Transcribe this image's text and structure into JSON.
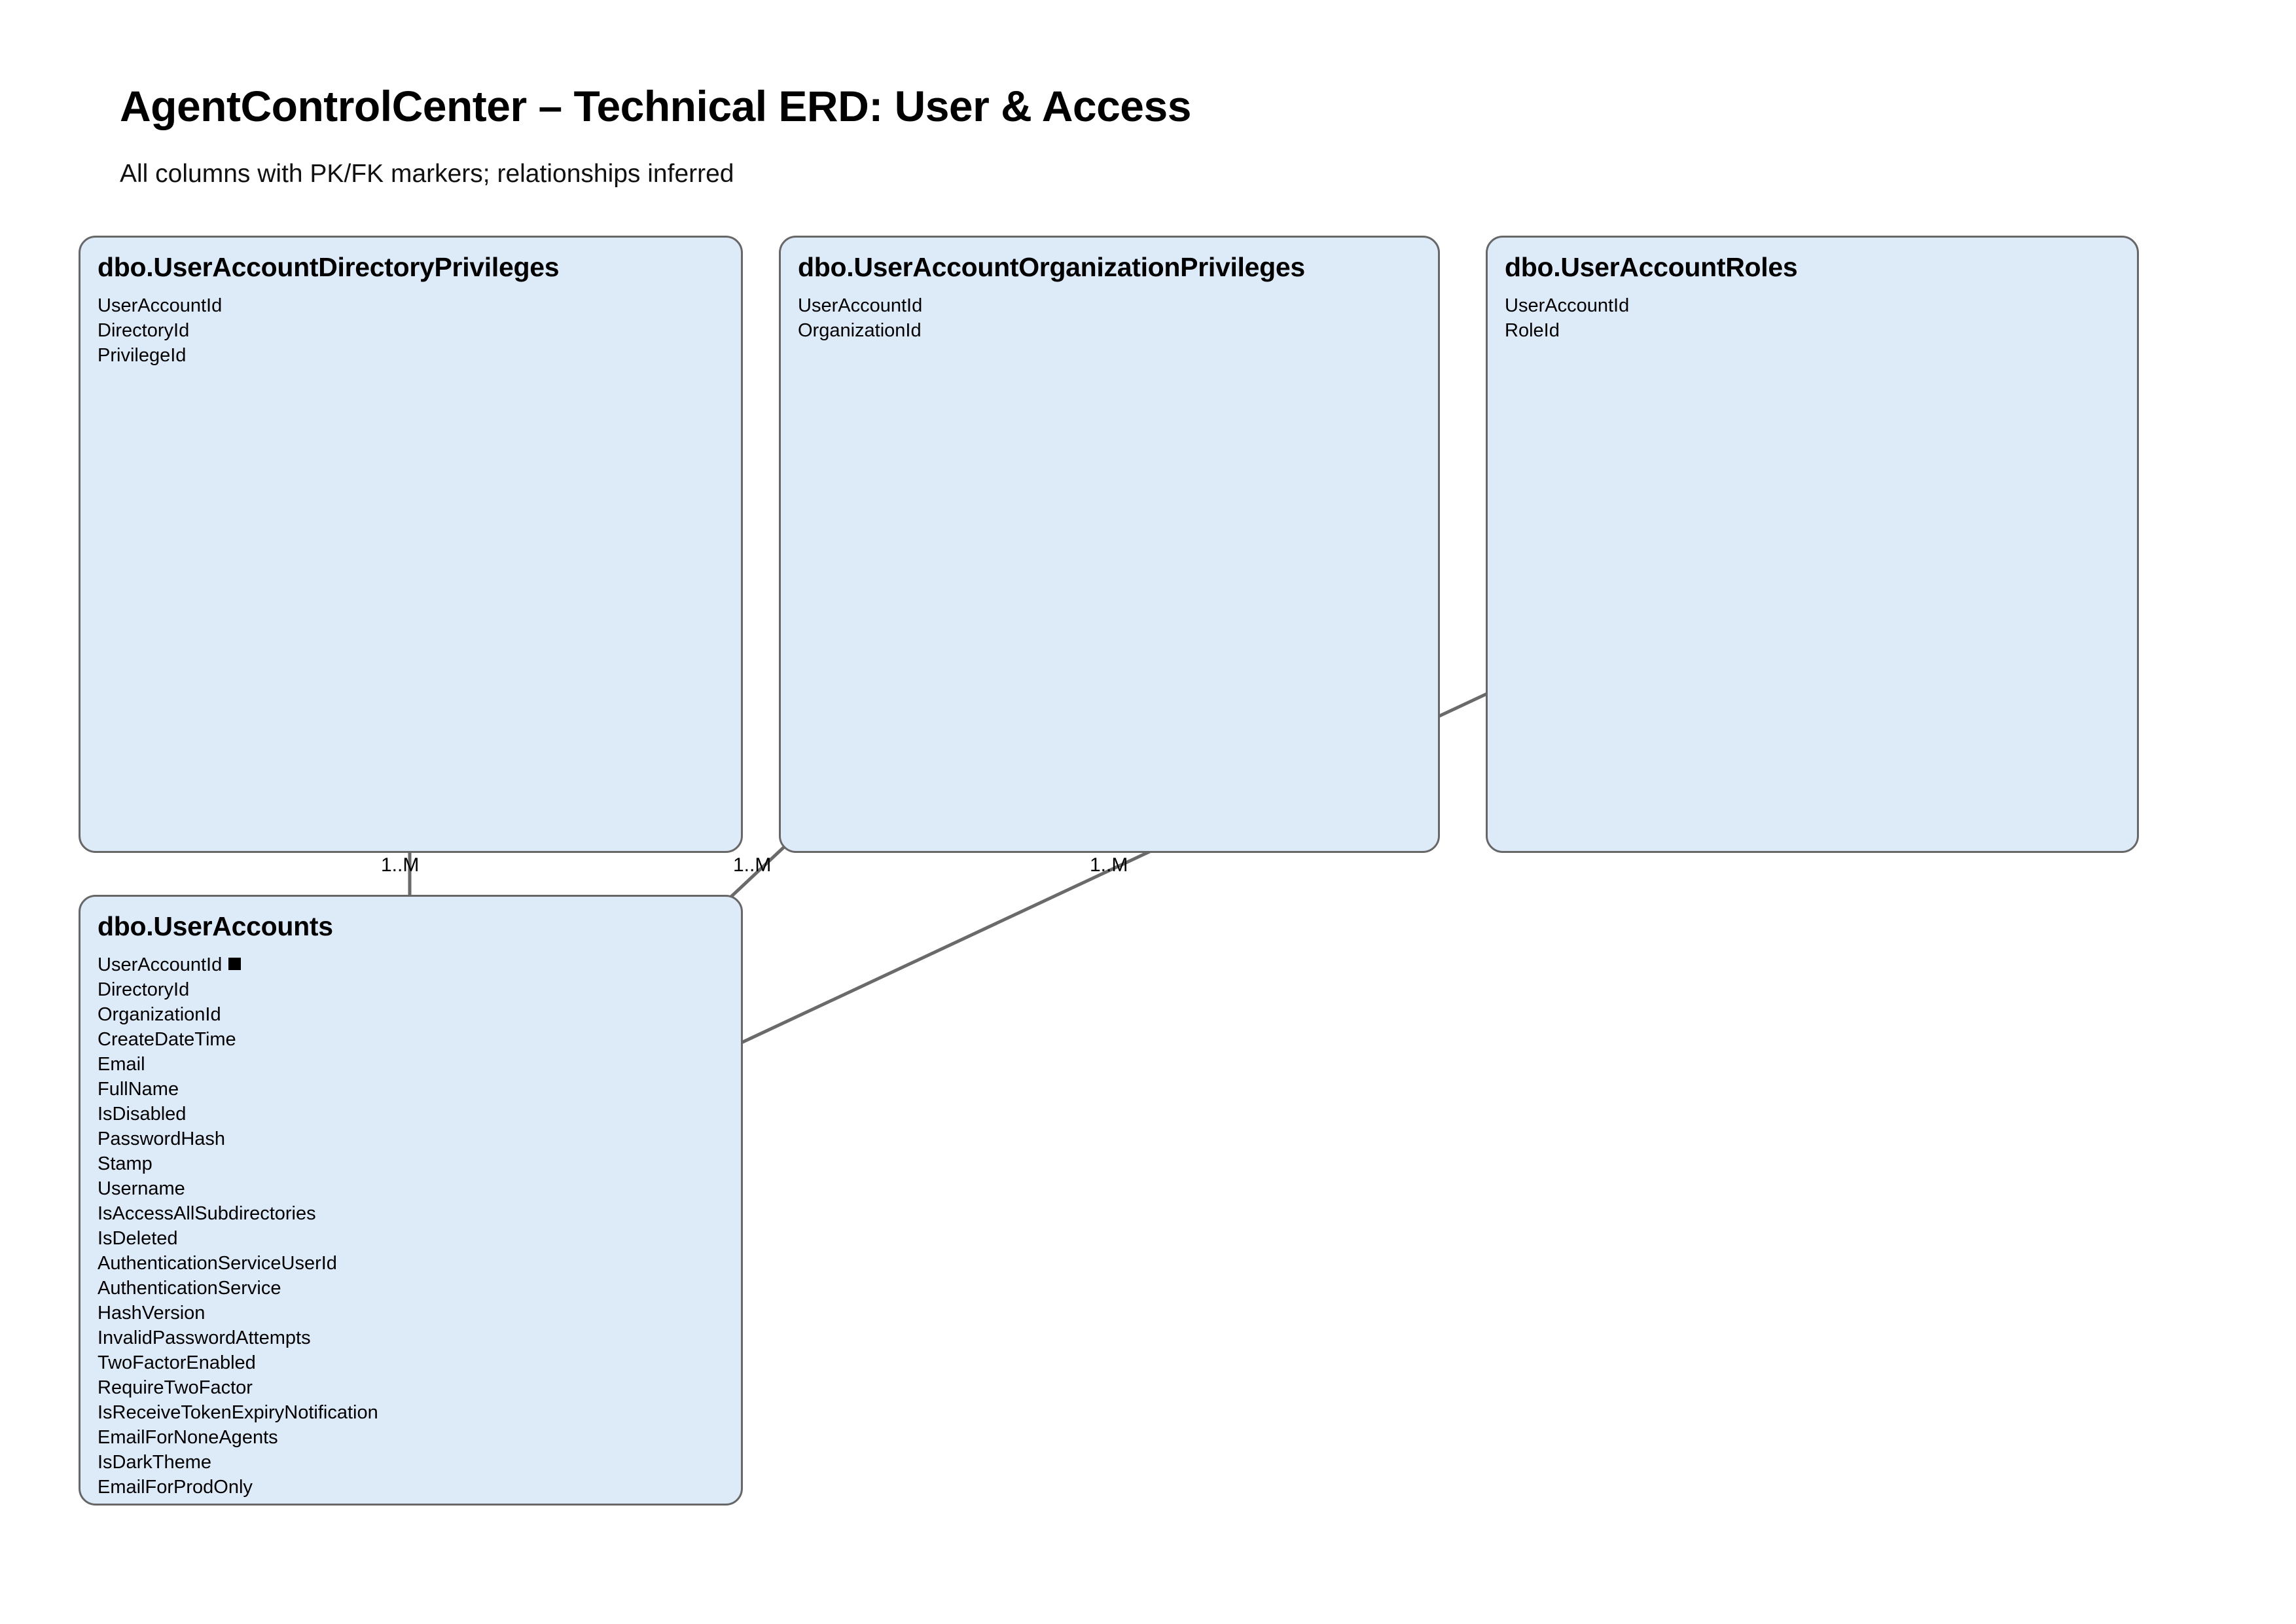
{
  "header": {
    "title": "AgentControlCenter – Technical ERD: User & Access",
    "subtitle": "All columns with PK/FK markers; relationships inferred"
  },
  "entities": [
    {
      "id": "uadp",
      "name": "dbo.UserAccountDirectoryPrivileges",
      "columns": [
        {
          "name": "UserAccountId",
          "pk": false
        },
        {
          "name": "DirectoryId",
          "pk": false
        },
        {
          "name": "PrivilegeId",
          "pk": false
        }
      ]
    },
    {
      "id": "uaop",
      "name": "dbo.UserAccountOrganizationPrivileges",
      "columns": [
        {
          "name": "UserAccountId",
          "pk": false
        },
        {
          "name": "OrganizationId",
          "pk": false
        }
      ]
    },
    {
      "id": "uar",
      "name": "dbo.UserAccountRoles",
      "columns": [
        {
          "name": "UserAccountId",
          "pk": false
        },
        {
          "name": "RoleId",
          "pk": false
        }
      ]
    },
    {
      "id": "ua",
      "name": "dbo.UserAccounts",
      "columns": [
        {
          "name": "UserAccountId",
          "pk": true
        },
        {
          "name": "DirectoryId",
          "pk": false
        },
        {
          "name": "OrganizationId",
          "pk": false
        },
        {
          "name": "CreateDateTime",
          "pk": false
        },
        {
          "name": "Email",
          "pk": false
        },
        {
          "name": "FullName",
          "pk": false
        },
        {
          "name": "IsDisabled",
          "pk": false
        },
        {
          "name": "PasswordHash",
          "pk": false
        },
        {
          "name": "Stamp",
          "pk": false
        },
        {
          "name": "Username",
          "pk": false
        },
        {
          "name": "IsAccessAllSubdirectories",
          "pk": false
        },
        {
          "name": "IsDeleted",
          "pk": false
        },
        {
          "name": "AuthenticationServiceUserId",
          "pk": false
        },
        {
          "name": "AuthenticationService",
          "pk": false
        },
        {
          "name": "HashVersion",
          "pk": false
        },
        {
          "name": "InvalidPasswordAttempts",
          "pk": false
        },
        {
          "name": "TwoFactorEnabled",
          "pk": false
        },
        {
          "name": "RequireTwoFactor",
          "pk": false
        },
        {
          "name": "IsReceiveTokenExpiryNotification",
          "pk": false
        },
        {
          "name": "EmailForNoneAgents",
          "pk": false
        },
        {
          "name": "IsDarkTheme",
          "pk": false
        },
        {
          "name": "EmailForProdOnly",
          "pk": false
        }
      ]
    }
  ],
  "relationships": [
    {
      "id": "rel-uadp-ua",
      "from": "uadp",
      "to": "ua",
      "cardinality": "1..M"
    },
    {
      "id": "rel-uaop-ua",
      "from": "uaop",
      "to": "ua",
      "cardinality": "1..M"
    },
    {
      "id": "rel-uar-ua",
      "from": "uar",
      "to": "ua",
      "cardinality": "1..M"
    }
  ],
  "colors": {
    "entity_fill": "#ddeaf8",
    "entity_border": "#676767",
    "edge_line": "#6a6a6a",
    "text": "#000000",
    "background": "#ffffff"
  }
}
